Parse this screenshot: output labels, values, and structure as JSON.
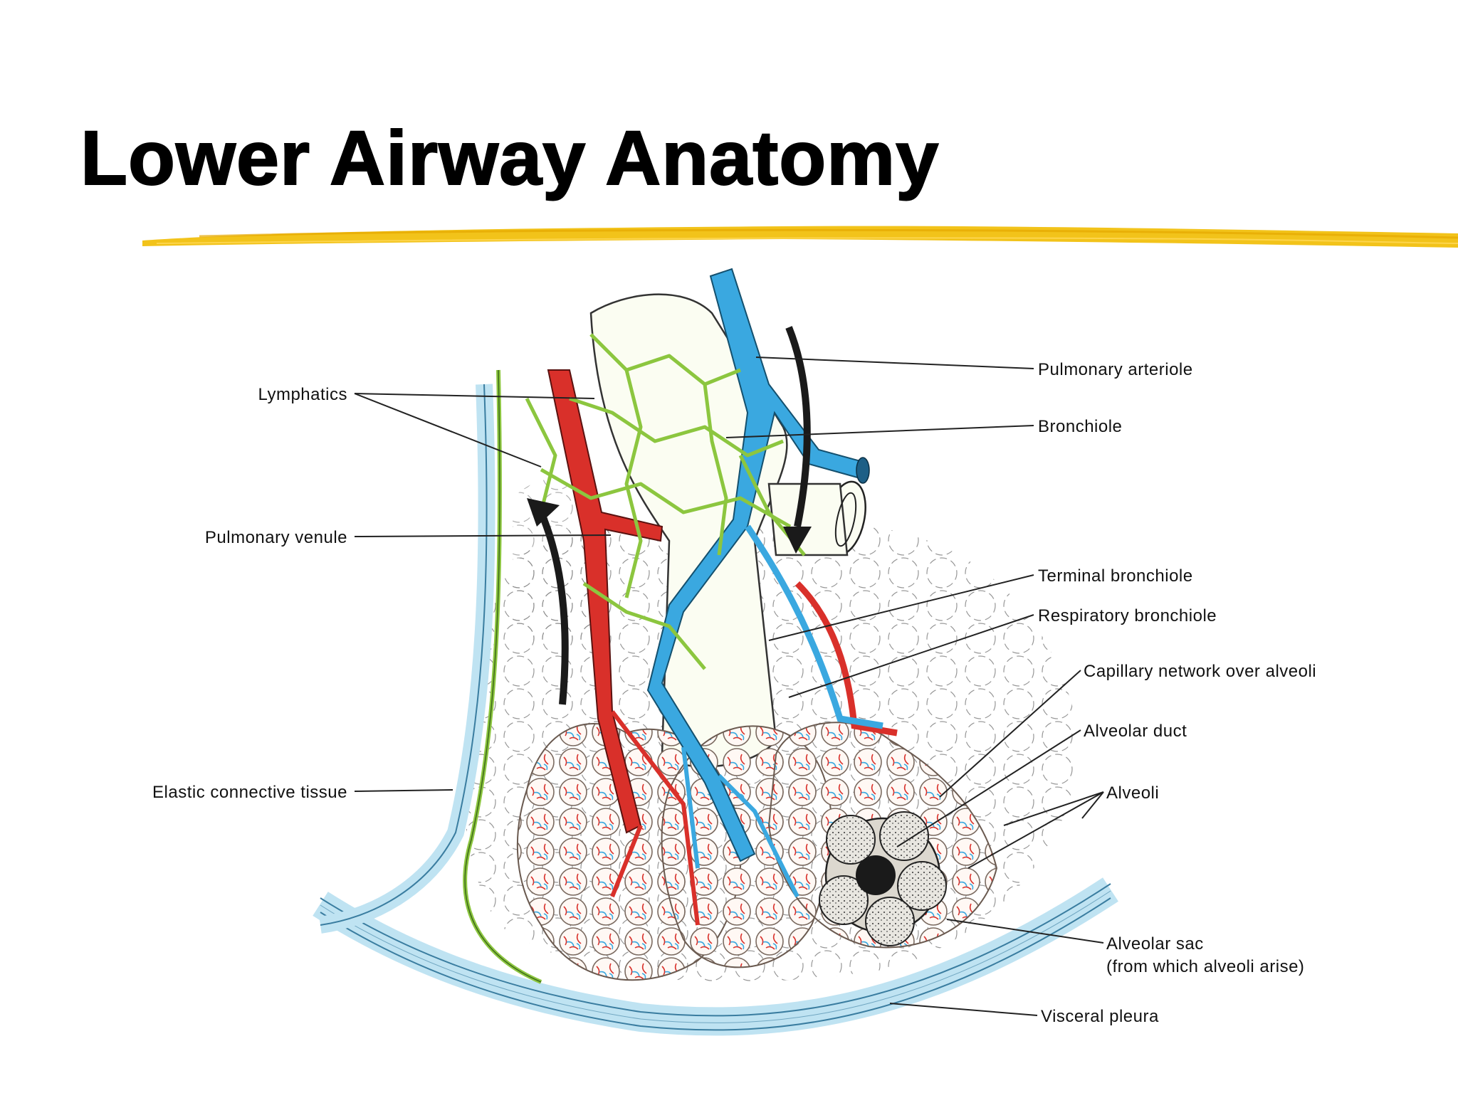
{
  "slide": {
    "title": "Lower Airway Anatomy",
    "accent_color": "#f2c31a"
  },
  "diagram": {
    "colors": {
      "artery": "#3aa8e0",
      "vein": "#d9302a",
      "lymph": "#8cc63f",
      "tissue": "#fbfdf2",
      "pleura": "#bfe3f2"
    },
    "labels": {
      "lymphatics": "Lymphatics",
      "pulmonary_venule": "Pulmonary venule",
      "elastic_connective_tissue": "Elastic connective tissue",
      "pulmonary_arteriole": "Pulmonary arteriole",
      "bronchiole": "Bronchiole",
      "terminal_bronchiole": "Terminal bronchiole",
      "respiratory_bronchiole": "Respiratory bronchiole",
      "capillary_network": "Capillary network over alveoli",
      "alveolar_duct": "Alveolar duct",
      "alveoli": "Alveoli",
      "alveolar_sac_line1": "Alveolar sac",
      "alveolar_sac_line2": "(from which alveoli arise)",
      "visceral_pleura": "Visceral pleura"
    }
  }
}
